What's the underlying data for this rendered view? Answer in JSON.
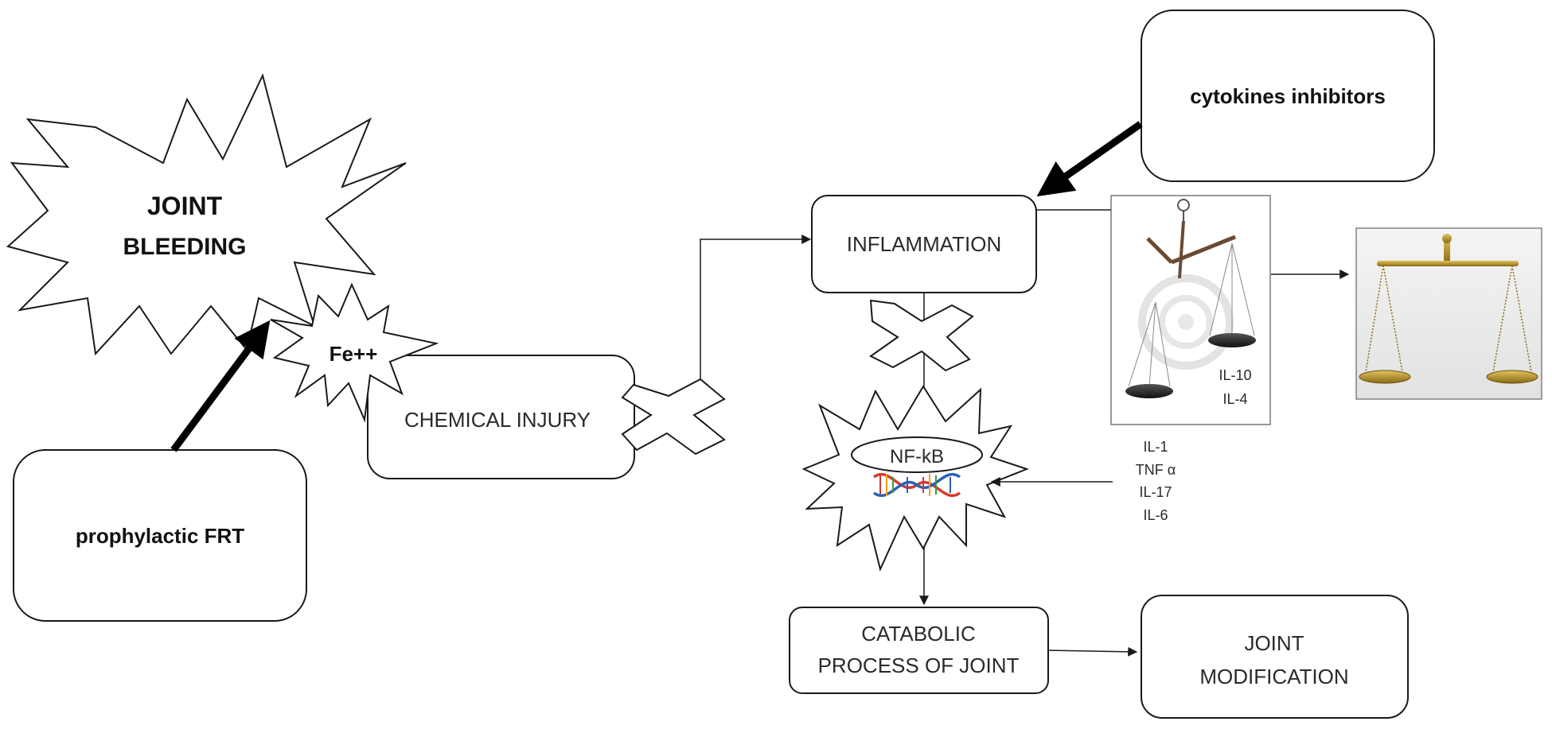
{
  "nodes": {
    "joint_bleeding": {
      "line1": "JOINT",
      "line2": "BLEEDING"
    },
    "fe": "Fe++",
    "prophylactic": "prophylactic FRT",
    "chemical_injury": "CHEMICAL INJURY",
    "inflammation": "INFLAMMATION",
    "cytokines_inhibitors": "cytokines inhibitors",
    "nfkb": "NF-kB",
    "catabolic": {
      "line1": "CATABOLIC",
      "line2": "PROCESS OF JOINT"
    },
    "joint_modification": {
      "line1": "JOINT",
      "line2": "MODIFICATION"
    }
  },
  "cytokines": {
    "anti_inflammatory": [
      "IL-10",
      "IL-4"
    ],
    "pro_inflammatory": [
      "IL-1",
      "TNF α",
      "IL-17",
      "IL-6"
    ]
  },
  "icons": {
    "unbalanced_scale": "unbalanced-scale-icon",
    "balanced_scale": "balanced-scale-icon",
    "dna": "dna-helix-icon",
    "block": "cross-block-icon"
  },
  "colors": {
    "stroke": "#1a1a1a",
    "dna_red": "#d43a2f",
    "dna_blue": "#2b5fb8",
    "brass": "#b08d2c"
  }
}
